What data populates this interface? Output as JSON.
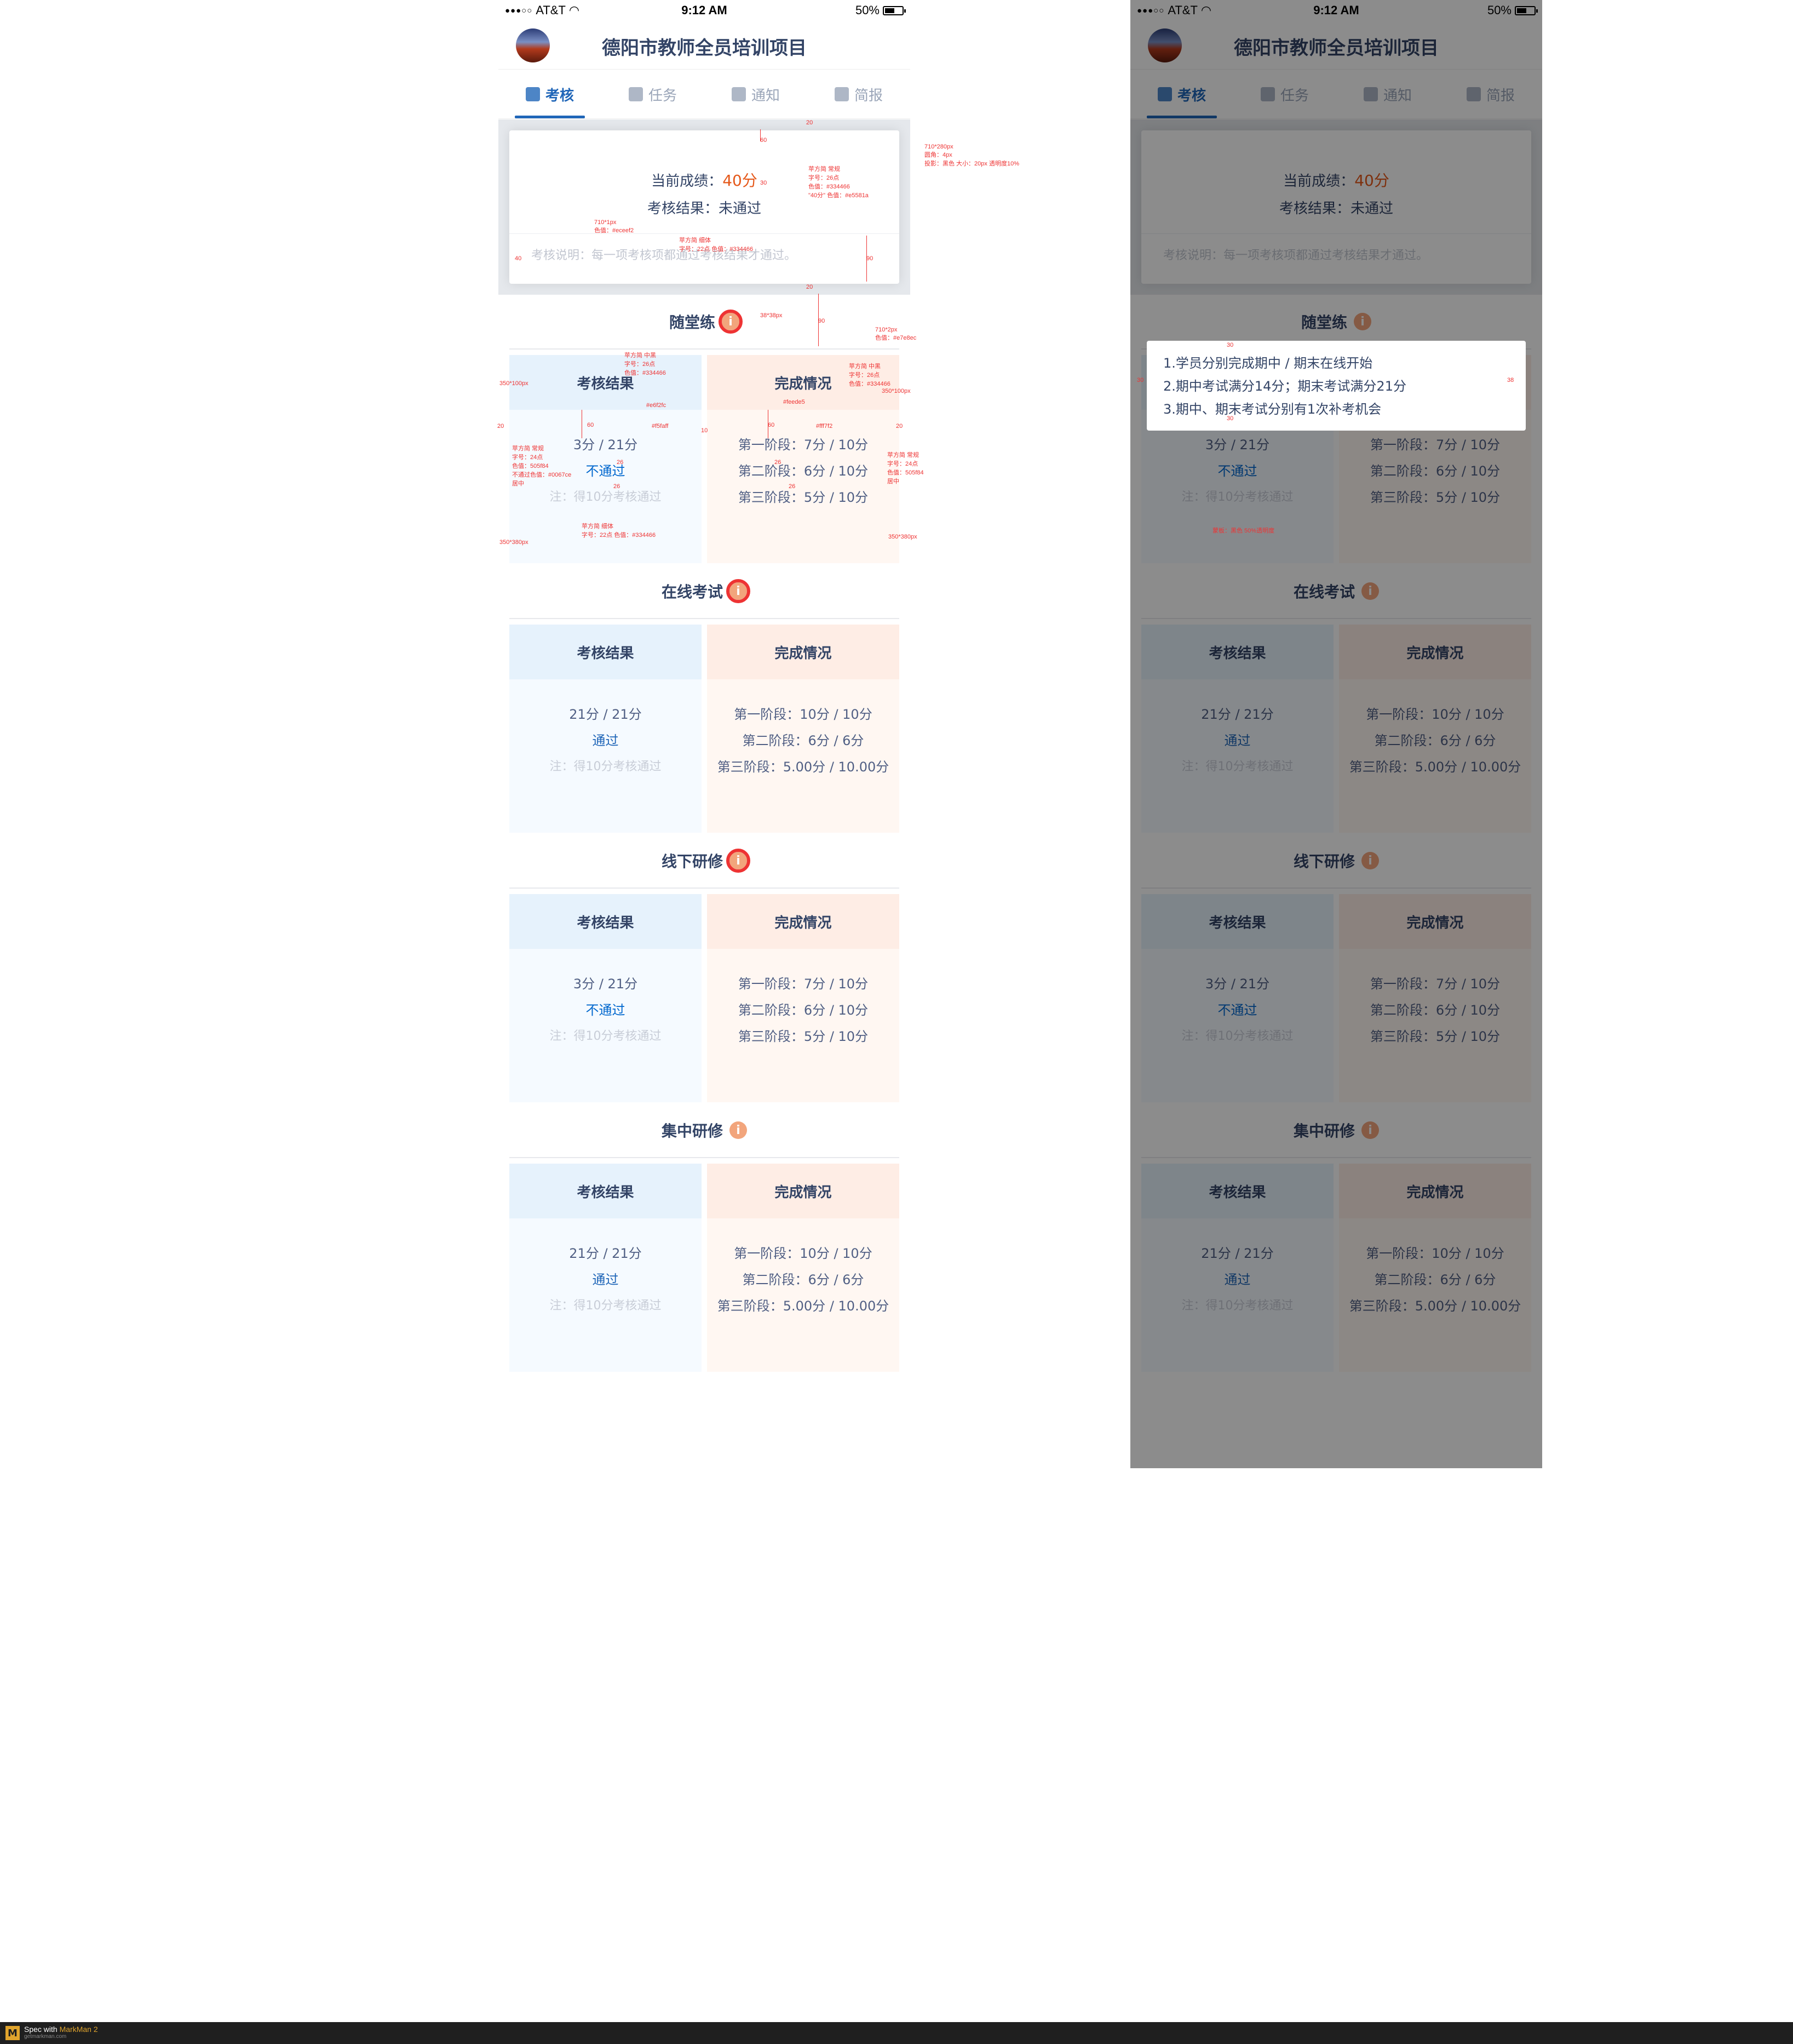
{
  "status_bar": {
    "carrier": "AT&T",
    "time": "9:12 AM",
    "battery": "50%"
  },
  "header": {
    "title": "德阳市教师全员培训项目"
  },
  "tabs": [
    {
      "label": "考核",
      "active": true
    },
    {
      "label": "任务"
    },
    {
      "label": "通知"
    },
    {
      "label": "简报"
    }
  ],
  "score": {
    "label": "当前成绩：",
    "value": "40分",
    "result_label": "考核结果：",
    "result_value": "未通过",
    "note": "考核说明：每一项考核项都通过考核结果才通过。"
  },
  "sections": [
    {
      "title": "随堂练",
      "result_header": "考核结果",
      "progress_header": "完成情况",
      "score": "3分 / 21分",
      "status": "不通过",
      "note": "注：得10分考核通过",
      "stages": [
        "第一阶段：7分 / 10分",
        "第二阶段：6分 / 10分",
        "第三阶段：5分 / 10分"
      ]
    },
    {
      "title": "在线考试",
      "result_header": "考核结果",
      "progress_header": "完成情况",
      "score": "21分 / 21分",
      "status": "通过",
      "note": "注：得10分考核通过",
      "stages": [
        "第一阶段：10分 / 10分",
        "第二阶段：6分 / 6分",
        "第三阶段：5.00分 / 10.00分"
      ]
    },
    {
      "title": "线下研修",
      "result_header": "考核结果",
      "progress_header": "完成情况",
      "score": "3分 / 21分",
      "status": "不通过",
      "note": "注：得10分考核通过",
      "stages": [
        "第一阶段：7分 / 10分",
        "第二阶段：6分 / 10分",
        "第三阶段：5分 / 10分"
      ]
    },
    {
      "title": "集中研修",
      "result_header": "考核结果",
      "progress_header": "完成情况",
      "score": "21分 / 21分",
      "status": "通过",
      "note": "注：得10分考核通过",
      "stages": [
        "第一阶段：10分 / 10分",
        "第二阶段：6分 / 6分",
        "第三阶段：5.00分 / 10.00分"
      ]
    }
  ],
  "popup": {
    "lines": [
      "1.学员分别完成期中 / 期末在线开始",
      "2.期中考试满分14分；期末考试满分21分",
      "3.期中、期末考试分别有1次补考机会"
    ]
  },
  "annotations": {
    "card_size": "710*280px",
    "card_radius": "圆角：4px",
    "card_shadow": "投影：黑色 大小：20px 透明度10%",
    "score_font": "苹方简 常规",
    "score_size": "字号：26点",
    "score_color": "色值：#334466",
    "score_num_color": "\"40分\" 色值：#e5581a",
    "divider_size": "710*1px",
    "divider_color": "色值：#eceef2",
    "note_font": "苹方简 细体",
    "note_size": "字号：22点 色值：#334466",
    "icon_size": "38*38px",
    "section_divider": "710*2px",
    "section_divider_color": "色值：#e7e8ec",
    "head_font": "苹方简 中黑",
    "head_size": "字号：26点",
    "head_color": "色值：#334466",
    "head_bg_result": "#e6f2fc",
    "head_bg_progress": "#feede5",
    "body_bg_result": "#f5faff",
    "body_bg_progress": "#fff7f2",
    "head_dim": "350*100px",
    "body_dim": "350*380px",
    "value_font": "苹方简 常规",
    "value_size": "字号：24点",
    "value_color": "色值：505f84",
    "fail_color": "不通过色值：#0067ce",
    "center": "居中",
    "note_detail": "字号：22点 色值：#334466",
    "gap_20": "20",
    "gap_30": "30",
    "gap_60": "60",
    "gap_90": "90",
    "gap_26": "26",
    "gap_10": "10",
    "gap_40": "40",
    "popup_mask": "蒙板：黑色 50%透明度",
    "popup_gap": "38"
  },
  "footer": {
    "prefix": "Spec with",
    "brand": "MarkMan 2",
    "url": "getmarkman.com"
  }
}
